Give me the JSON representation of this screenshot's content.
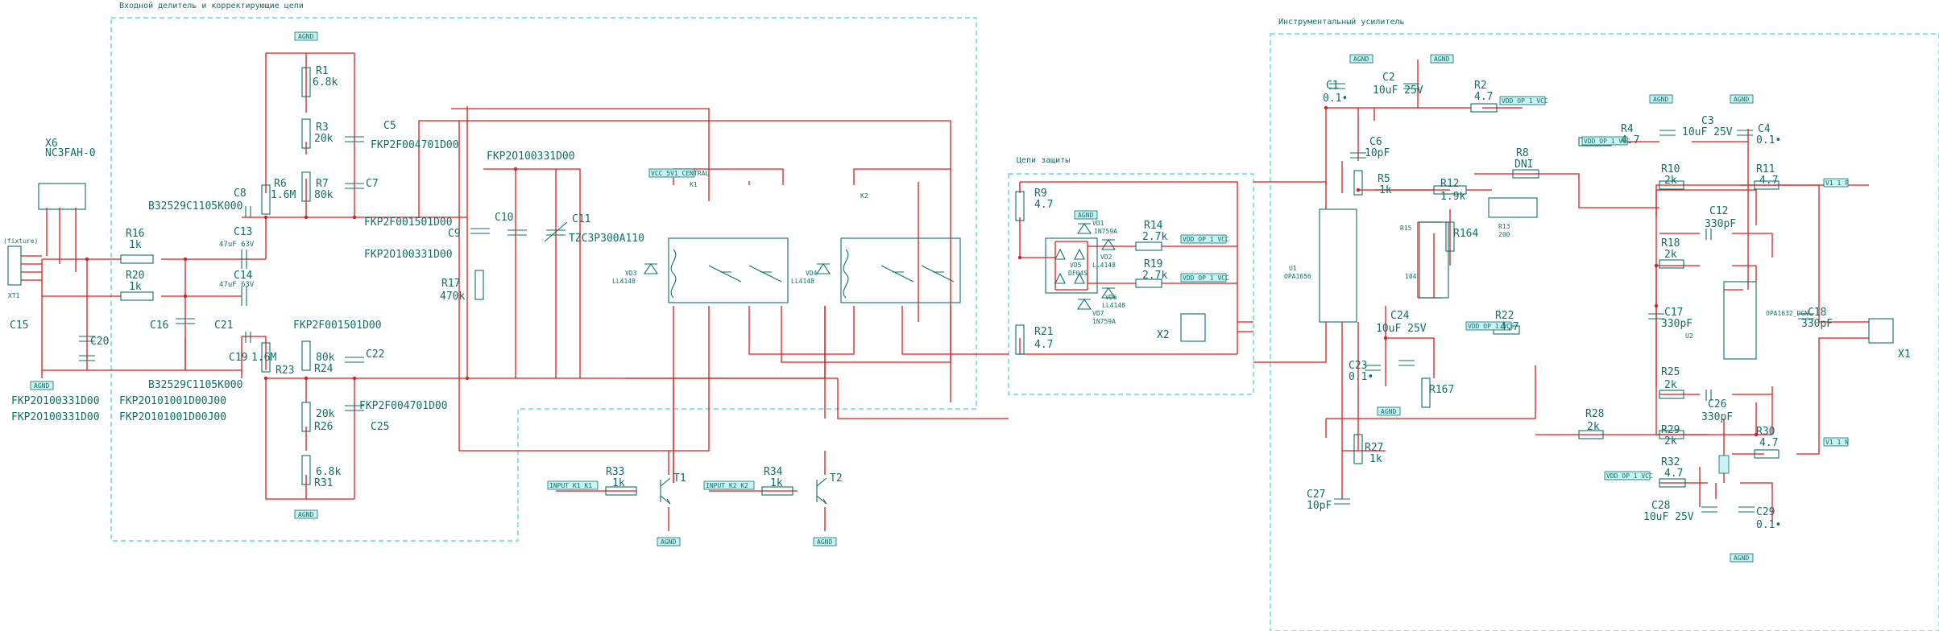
{
  "blocks": {
    "input_divider": "Входной делитель и корректирующие цепи",
    "protection": "Цепи защиты",
    "instrumentation": "Инструментальный усилитель"
  },
  "power": {
    "agnd": "AGND",
    "vcc_k": "VCC_5V1_CENTRAL",
    "vdd_op_pos": "VDD_OP_1_VCC",
    "vdd_op_neg": "VDD_OP_1_VCC",
    "vdd_op_pos2": "VDD_OP_1_VCC",
    "out_pos": "V1_1_P",
    "out_neg": "V1_1_N",
    "input_k1": "INPUT_K1_K1",
    "input_k2": "INPUT_K2_K2"
  },
  "parts": {
    "x6": {
      "ref": "X6",
      "val": "NC3FAH-0"
    },
    "xt1": {
      "ref": "XT1",
      "val": "(fixture)"
    },
    "r16": {
      "ref": "R16",
      "val": "1k"
    },
    "r20": {
      "ref": "R20",
      "val": "1k"
    },
    "c15": {
      "ref": "C15",
      "val": "FKP2O100331D00"
    },
    "c20": {
      "ref": "C20",
      "val": "FKP2O100331D00"
    },
    "c16": {
      "ref": "C16",
      "val": "FKP2O101001D00J00"
    },
    "c21": {
      "ref": "C21",
      "val": "FKP2O101001D00J00"
    },
    "c8": {
      "ref": "C8",
      "val": "B32529C1105K000"
    },
    "c19": {
      "ref": "C19",
      "val": "B32529C1105K000"
    },
    "c13": {
      "ref": "C13",
      "val": "47uF 63V"
    },
    "c14": {
      "ref": "C14",
      "val": "47uF 63V"
    },
    "r1": {
      "ref": "R1",
      "val": "6.8k"
    },
    "r3": {
      "ref": "R3",
      "val": "20k"
    },
    "r6": {
      "ref": "R6",
      "val": "1.6M"
    },
    "r7": {
      "ref": "R7",
      "val": "80k"
    },
    "c5": {
      "ref": "C5",
      "val": "FKP2F004701D00"
    },
    "c7": {
      "ref": "C7",
      "val": ""
    },
    "c9": {
      "ref": "C9",
      "val": "FKP2F001501D00"
    },
    "c10": {
      "ref": "C10",
      "val": "FKP2O100331D00"
    },
    "c11": {
      "ref": "C11",
      "val": "TZC3P300A110"
    },
    "c11top": {
      "ref": "",
      "val": "FKP2O100331D00"
    },
    "r17": {
      "ref": "R17",
      "val": "470k"
    },
    "r23": {
      "ref": "R23",
      "val": "1.6M"
    },
    "r24": {
      "ref": "R24",
      "val": "80k"
    },
    "c22": {
      "ref": "C22",
      "val": "FKP2F001501D00"
    },
    "r26": {
      "ref": "R26",
      "val": "20k"
    },
    "c25": {
      "ref": "C25",
      "val": "FKP2F004701D00"
    },
    "r31": {
      "ref": "R31",
      "val": "6.8k"
    },
    "k1": {
      "ref": "K1",
      "val": ""
    },
    "k2": {
      "ref": "K2",
      "val": ""
    },
    "vd3": {
      "ref": "VD3",
      "val": "LL4148"
    },
    "vd4": {
      "ref": "VD4",
      "val": "LL4148"
    },
    "r33": {
      "ref": "R33",
      "val": "1k"
    },
    "r34": {
      "ref": "R34",
      "val": "1k"
    },
    "t1": {
      "ref": "T1",
      "val": ""
    },
    "t2": {
      "ref": "T2",
      "val": ""
    },
    "r9": {
      "ref": "R9",
      "val": "4.7"
    },
    "r21": {
      "ref": "R21",
      "val": "4.7"
    },
    "vd1": {
      "ref": "VD1",
      "val": "1N759A"
    },
    "vd2": {
      "ref": "VD2",
      "val": "LL4148"
    },
    "vd5": {
      "ref": "VD5",
      "val": "DF04S"
    },
    "vd6": {
      "ref": "VD6",
      "val": "LL4148"
    },
    "vd7": {
      "ref": "VD7",
      "val": "1N759A"
    },
    "r14": {
      "ref": "R14",
      "val": "2.7k"
    },
    "r19": {
      "ref": "R19",
      "val": "2.7k"
    },
    "x2": {
      "ref": "X2",
      "val": ""
    },
    "c1": {
      "ref": "C1",
      "val": "0.1•"
    },
    "c2": {
      "ref": "C2",
      "val": "10uF 25V"
    },
    "r2": {
      "ref": "R2",
      "val": "4.7"
    },
    "c6": {
      "ref": "C6",
      "val": "10pF"
    },
    "r5": {
      "ref": "R5",
      "val": "1k"
    },
    "u1": {
      "ref": "U1",
      "val": "OPA1656"
    },
    "r12": {
      "ref": "R12",
      "val": "1.9k"
    },
    "r8": {
      "ref": "R8",
      "val": "DNI"
    },
    "r15": {
      "ref": "R15",
      "val": "104"
    },
    "r164": {
      "ref": "R164",
      "val": ""
    },
    "r13": {
      "ref": "R13",
      "val": "200"
    },
    "c24": {
      "ref": "C24",
      "val": "10uF 25V"
    },
    "r22": {
      "ref": "R22",
      "val": "4.7"
    },
    "c23": {
      "ref": "C23",
      "val": "0.1•"
    },
    "r167": {
      "ref": "R167",
      "val": ""
    },
    "r27": {
      "ref": "R27",
      "val": "1k"
    },
    "c27": {
      "ref": "C27",
      "val": "10pF"
    },
    "r4": {
      "ref": "R4",
      "val": "4.7"
    },
    "c3": {
      "ref": "C3",
      "val": "10uF 25V"
    },
    "c4": {
      "ref": "C4",
      "val": "0.1•"
    },
    "r10": {
      "ref": "R10",
      "val": "2k"
    },
    "r11": {
      "ref": "R11",
      "val": "4.7"
    },
    "c12": {
      "ref": "C12",
      "val": "330pF"
    },
    "r18": {
      "ref": "R18",
      "val": "2k"
    },
    "c17": {
      "ref": "C17",
      "val": "330pF"
    },
    "c18": {
      "ref": "C18",
      "val": "330pF"
    },
    "u2": {
      "ref": "U2",
      "val": "OPA1632_DGN"
    },
    "x1": {
      "ref": "X1",
      "val": ""
    },
    "r25": {
      "ref": "R25",
      "val": "2k"
    },
    "c26": {
      "ref": "C26",
      "val": "330pF"
    },
    "r28": {
      "ref": "R28",
      "val": "2k"
    },
    "r29": {
      "ref": "R29",
      "val": "2k"
    },
    "r30": {
      "ref": "R30",
      "val": "4.7"
    },
    "r32": {
      "ref": "R32",
      "val": "4.7"
    },
    "c28": {
      "ref": "C28",
      "val": "10uF 25V"
    },
    "c29": {
      "ref": "C29",
      "val": "0.1•"
    }
  }
}
